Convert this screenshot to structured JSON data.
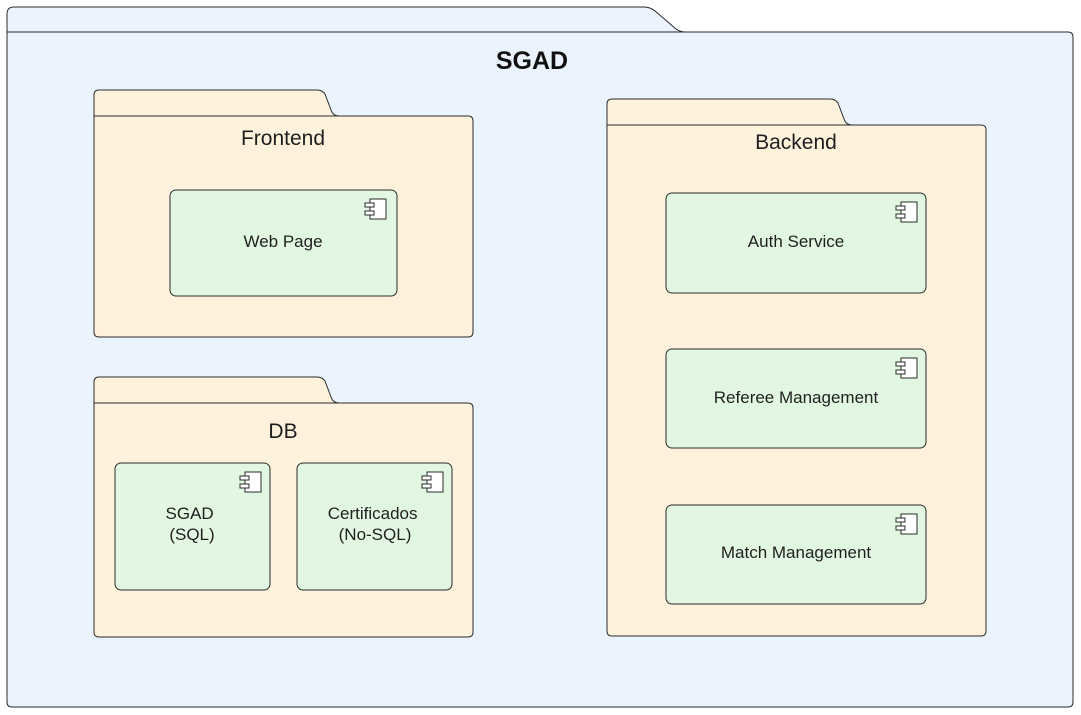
{
  "diagram": {
    "title": "SGAD",
    "colors": {
      "outer_package_fill": "#ebf3fe",
      "package_fill": "#fef2dc",
      "component_fill": "#e2f7e2",
      "border": "#2b2b2b"
    },
    "packages": {
      "frontend": {
        "title": "Frontend",
        "components": [
          {
            "label_lines": [
              "Web Page"
            ],
            "icon": "component-icon"
          }
        ]
      },
      "db": {
        "title": "DB",
        "components": [
          {
            "label_lines": [
              "SGAD",
              "(SQL)"
            ],
            "icon": "component-icon"
          },
          {
            "label_lines": [
              "Certificados",
              "(No-SQL)"
            ],
            "icon": "component-icon"
          }
        ]
      },
      "backend": {
        "title": "Backend",
        "components": [
          {
            "label_lines": [
              "Auth Service"
            ],
            "icon": "component-icon"
          },
          {
            "label_lines": [
              "Referee Management"
            ],
            "icon": "component-icon"
          },
          {
            "label_lines": [
              "Match Management"
            ],
            "icon": "component-icon"
          }
        ]
      }
    }
  }
}
